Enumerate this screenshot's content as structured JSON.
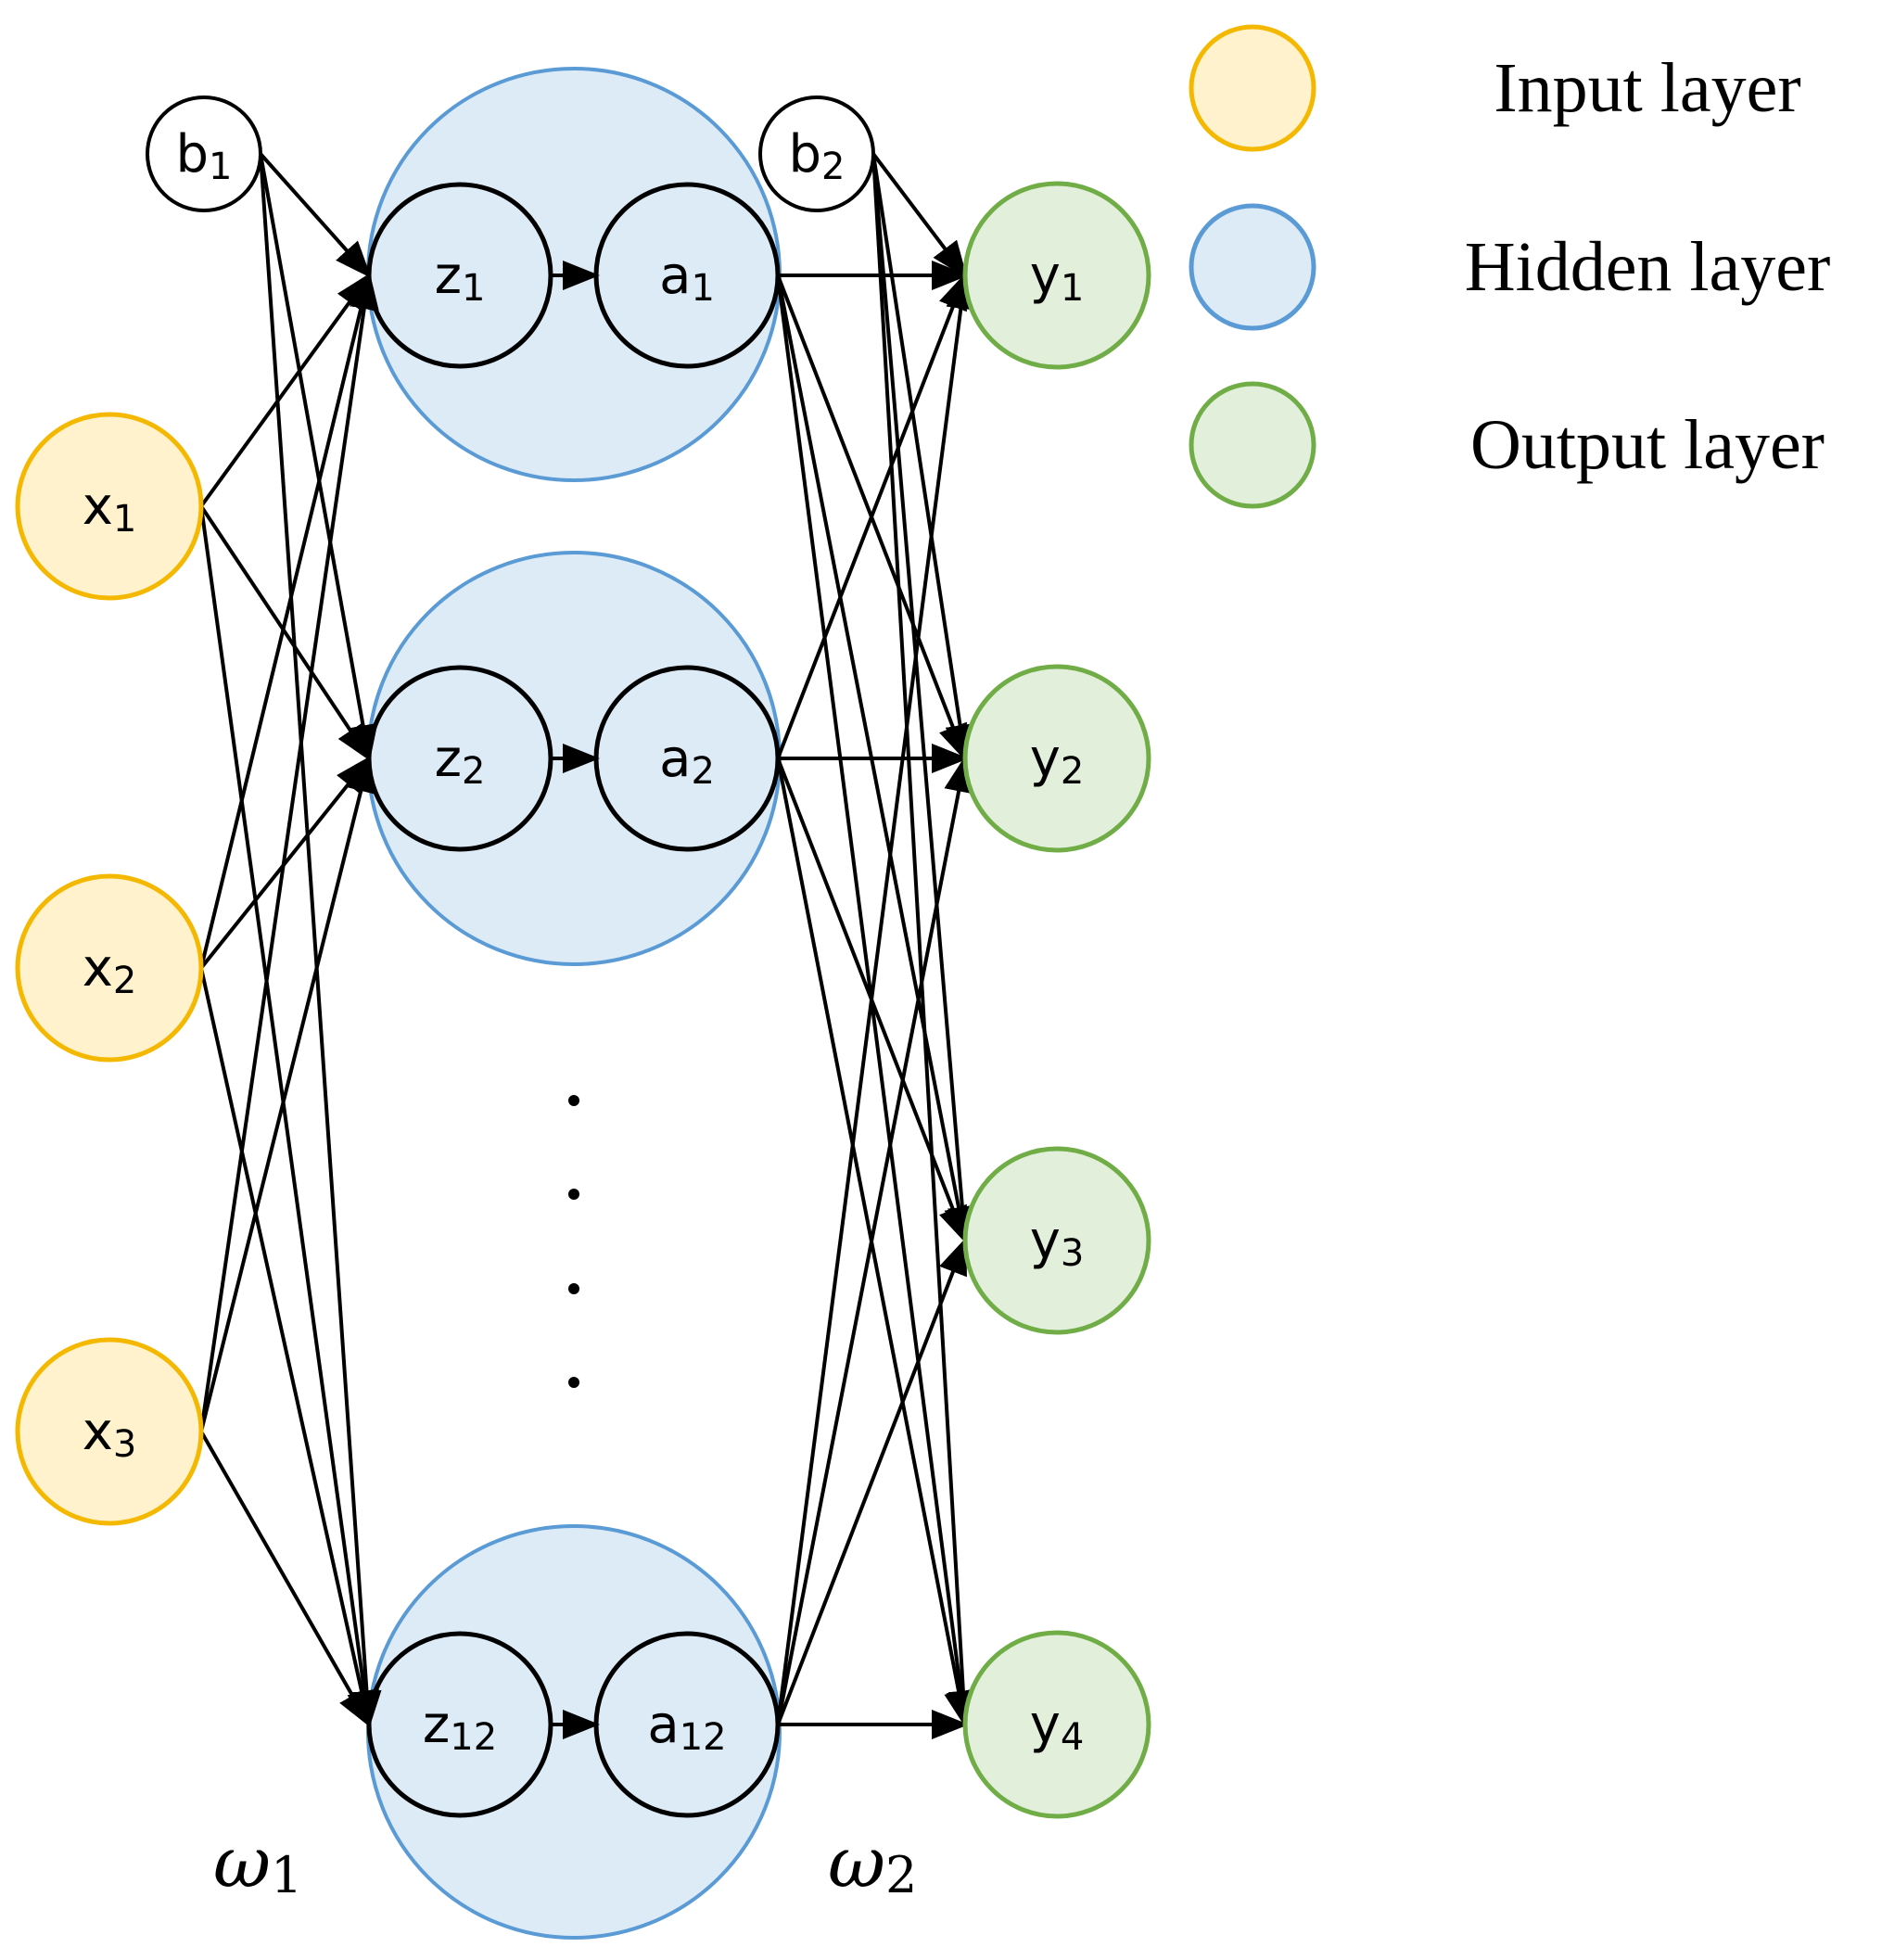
{
  "colors": {
    "input_fill": "#FFF2CC",
    "input_stroke": "#F5B800",
    "hidden_fill": "#DDEBF7",
    "hidden_stroke": "#5B9BD5",
    "output_fill": "#E2EFDA",
    "output_stroke": "#70AD47",
    "neuron_stroke": "#000000"
  },
  "bias": [
    {
      "base": "b",
      "sub": "1"
    },
    {
      "base": "b",
      "sub": "2"
    }
  ],
  "inputs": [
    {
      "base": "x",
      "sub": "1"
    },
    {
      "base": "x",
      "sub": "2"
    },
    {
      "base": "x",
      "sub": "3"
    }
  ],
  "hidden_units": [
    {
      "z_base": "z",
      "z_sub": "1",
      "a_base": "a",
      "a_sub": "1"
    },
    {
      "z_base": "z",
      "z_sub": "2",
      "a_base": "a",
      "a_sub": "2"
    },
    {
      "z_base": "z",
      "z_sub": "12",
      "a_base": "a",
      "a_sub": "12"
    }
  ],
  "outputs": [
    {
      "base": "y",
      "sub": "1"
    },
    {
      "base": "y",
      "sub": "2"
    },
    {
      "base": "y",
      "sub": "3"
    },
    {
      "base": "y",
      "sub": "4"
    }
  ],
  "weights": [
    {
      "base": "ω",
      "sub": "1"
    },
    {
      "base": "ω",
      "sub": "2"
    }
  ],
  "legend": [
    {
      "label": "Input layer",
      "layer": "input"
    },
    {
      "label": "Hidden layer",
      "layer": "hidden"
    },
    {
      "label": "Output layer",
      "layer": "output"
    }
  ]
}
